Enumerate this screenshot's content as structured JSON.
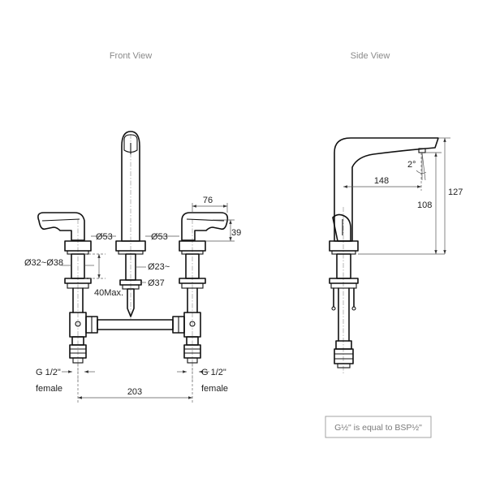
{
  "views": {
    "front": {
      "title": "Front View"
    },
    "side": {
      "title": "Side View"
    }
  },
  "dimensions": {
    "front": {
      "handle_offset": "76",
      "handle_height": "39",
      "hole_left": "Ø53",
      "hole_right": "Ø53",
      "hole_range": "Ø32~Ø38",
      "hole_spout_top": "Ø23~",
      "hole_spout_bottom": "Ø37",
      "deck_thickness": "40Max.",
      "spread": "203",
      "conn_left_size": "G 1/2\"",
      "conn_left_type": "female",
      "conn_right_size": "G 1/2\"",
      "conn_right_type": "female"
    },
    "side": {
      "reach": "148",
      "spout_height": "108",
      "total_height": "127",
      "angle": "2°"
    }
  },
  "note": {
    "text": "G½\" is equal to BSP½\""
  }
}
